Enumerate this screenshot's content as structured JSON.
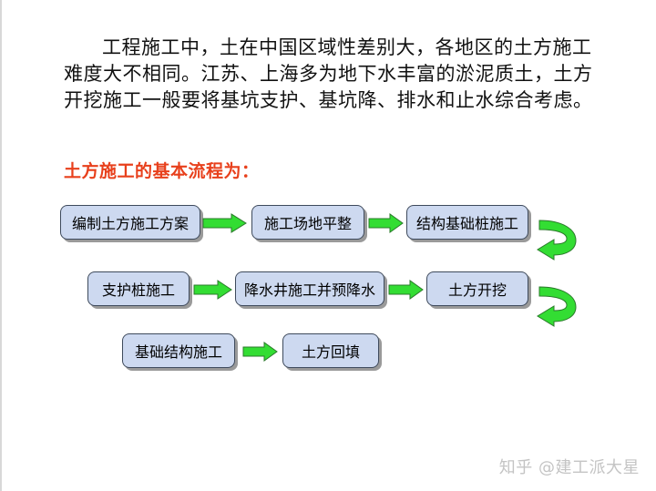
{
  "intro": "工程施工中，土在中国区域性差别大，各地区的土方施工难度大不相同。江苏、上海多为地下水丰富的淤泥质土，土方开挖施工一般要将基坑支护、基坑降、排水和止水综合考虑。",
  "heading": "土方施工的基本流程为：",
  "flow": {
    "row1": [
      "编制土方施工方案",
      "施工场地平整",
      "结构基础桩施工"
    ],
    "row2": [
      "支护桩施工",
      "降水井施工并预降水",
      "土方开挖"
    ],
    "row3": [
      "基础结构施工",
      "土方回填"
    ]
  },
  "colors": {
    "heading": "#e8401c",
    "node_fill": "#cdd9f0",
    "arrow_fill": "#33dd33"
  },
  "watermark": "知乎 @建工派大星"
}
